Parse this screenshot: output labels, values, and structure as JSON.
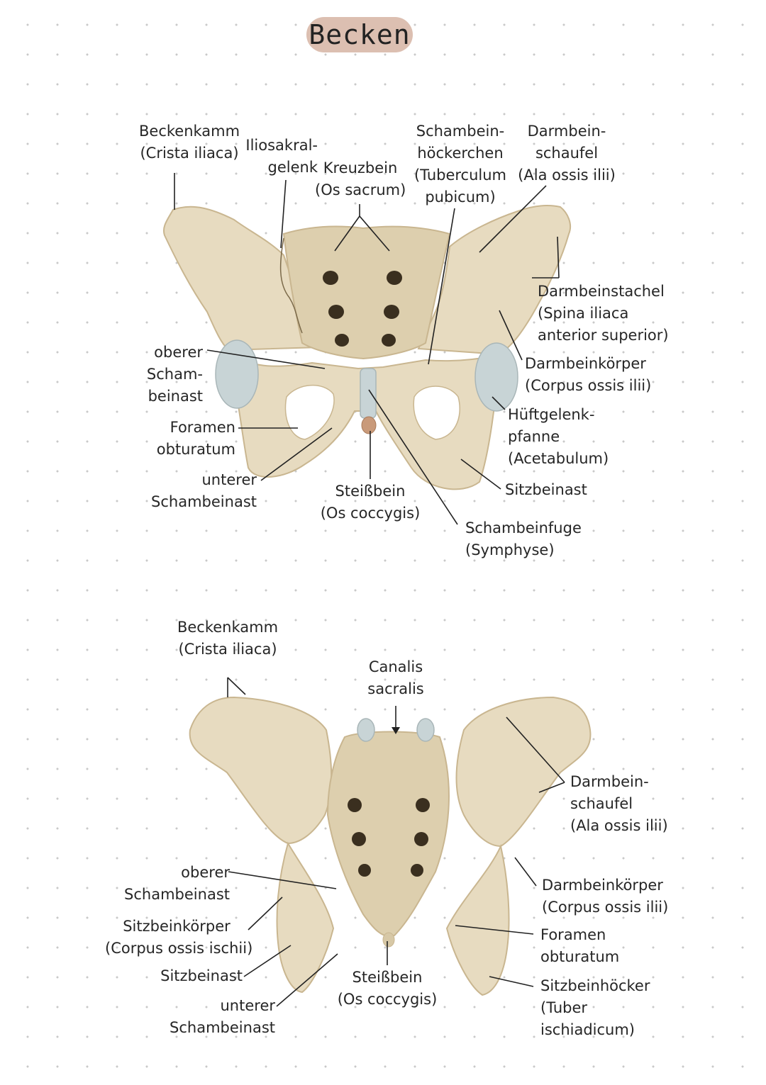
{
  "title": "Becken",
  "colors": {
    "bone": "#e7dbc0",
    "bone_shadow": "#c9b690",
    "cartilage": "#c8d4d6",
    "title_pill": "#dcbfb1"
  },
  "top": {
    "beckenkamm": [
      "Beckenkamm",
      "(Crista iliaca)"
    ],
    "iliosakral": [
      "Iliosakral-",
      "gelenk"
    ],
    "kreuzbein": [
      "Kreuzbein",
      "(Os sacrum)"
    ],
    "schambeinhoecker": [
      "Schambein-",
      "höckerchen",
      "(Tuberculum",
      "pubicum)"
    ],
    "darmbeinschaufel": [
      "Darmbein-",
      "schaufel",
      "(Ala ossis ilii)"
    ],
    "darmbeinstachel": [
      "Darmbeinstachel",
      "(Spina iliaca",
      "anterior superior)"
    ],
    "darmbeinkoerper": [
      "Darmbeinkörper",
      "(Corpus ossis ilii)"
    ],
    "hueftgelenk": [
      "Hüftgelenk-",
      "pfanne",
      "(Acetabulum)"
    ],
    "sitzbeinast": [
      "Sitzbeinast"
    ],
    "schambeinfuge": [
      "Schambeinfuge",
      "(Symphyse)"
    ],
    "steissbein": [
      "Steißbein",
      "(Os coccygis)"
    ],
    "unterer": [
      "unterer",
      "Schambeinast"
    ],
    "foramen": [
      "Foramen",
      "obturatum"
    ],
    "oberer": [
      "oberer",
      "Scham-",
      "beinast"
    ]
  },
  "bottom": {
    "beckenkamm": [
      "Beckenkamm",
      "(Crista iliaca)"
    ],
    "canalis": [
      "Canalis",
      "sacralis"
    ],
    "darmbeinschaufel": [
      "Darmbein-",
      "schaufel",
      "(Ala ossis ilii)"
    ],
    "darmbeinkoerper": [
      "Darmbeinkörper",
      "(Corpus ossis ilii)"
    ],
    "foramen": [
      "Foramen",
      "obturatum"
    ],
    "sitzbeinhoecker": [
      "Sitzbeinhöcker",
      "(Tuber",
      "ischiadicum)"
    ],
    "steissbein": [
      "Steißbein",
      "(Os coccygis)"
    ],
    "unterer": [
      "unterer",
      "Schambeinast"
    ],
    "sitzbeinast": [
      "Sitzbeinast"
    ],
    "sitzbeinkoerper": [
      "Sitzbeinkörper",
      "(Corpus ossis ischii)"
    ],
    "oberer": [
      "oberer",
      "Schambeinast"
    ]
  }
}
